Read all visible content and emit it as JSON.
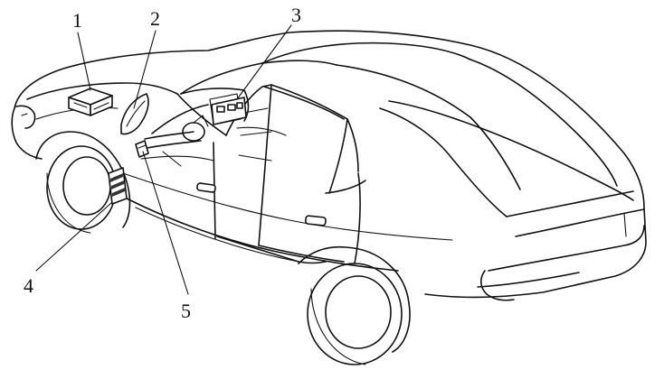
{
  "callouts": [
    {
      "id": "1",
      "label": "1"
    },
    {
      "id": "2",
      "label": "2"
    },
    {
      "id": "3",
      "label": "3"
    },
    {
      "id": "4",
      "label": "4"
    },
    {
      "id": "5",
      "label": "5"
    }
  ],
  "colors": {
    "line": "#111111",
    "background": "#ffffff"
  }
}
